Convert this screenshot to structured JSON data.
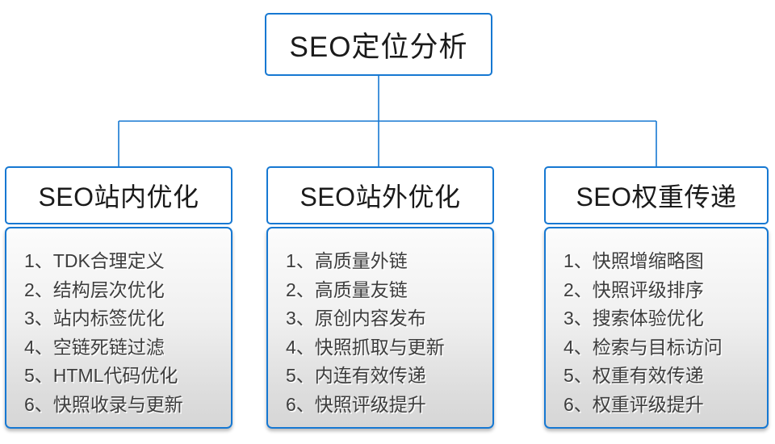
{
  "diagram": {
    "root": {
      "title": "SEO定位分析"
    },
    "columns": [
      {
        "title": "SEO站内优化",
        "items": [
          "1、TDK合理定义",
          "2、结构层次优化",
          "3、站内标签优化",
          "4、空链死链过滤",
          "5、HTML代码优化",
          "6、快照收录与更新"
        ]
      },
      {
        "title": "SEO站外优化",
        "items": [
          "1、高质量外链",
          "2、高质量友链",
          "3、原创内容发布",
          "4、快照抓取与更新",
          "5、内连有效传递",
          "6、快照评级提升"
        ]
      },
      {
        "title": "SEO权重传递",
        "items": [
          "1、快照增缩略图",
          "2、快照评级排序",
          "3、搜索体验优化",
          "4、检索与目标访问",
          "5、权重有效传递",
          "6、权重评级提升"
        ]
      }
    ],
    "colors": {
      "connector_blue": "#1678d2",
      "text_dark": "#3d3d3d",
      "panel_top": "#fcfcfc",
      "panel_bottom": "#d6d6d6"
    }
  }
}
